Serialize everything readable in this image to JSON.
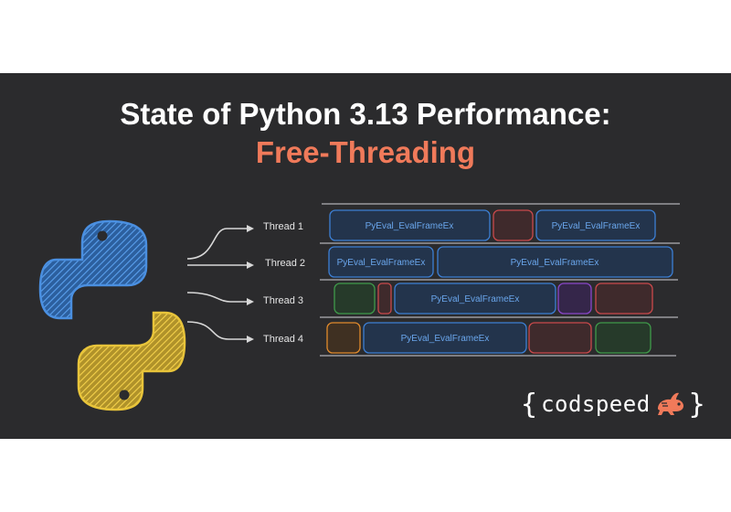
{
  "title": {
    "line1": "State of Python 3.13 Performance:",
    "line2": "Free-Threading"
  },
  "threads": [
    {
      "label": "Thread 1",
      "blocks": [
        {
          "text": "PyEval_EvalFrameEx",
          "color": "#3c7fd4"
        },
        {
          "text": "",
          "color": "#c9494b"
        },
        {
          "text": "PyEval_EvalFrameEx",
          "color": "#3c7fd4"
        }
      ]
    },
    {
      "label": "Thread 2",
      "blocks": [
        {
          "text": "PyEval_EvalFrameEx",
          "color": "#3c7fd4"
        },
        {
          "text": "PyEval_EvalFrameEx",
          "color": "#3c7fd4"
        }
      ]
    },
    {
      "label": "Thread 3",
      "blocks": [
        {
          "text": "",
          "color": "#3f9a4a"
        },
        {
          "text": "",
          "color": "#c9494b"
        },
        {
          "text": "PyEval_EvalFrameEx",
          "color": "#3c7fd4"
        },
        {
          "text": "",
          "color": "#8a46c9"
        },
        {
          "text": "",
          "color": "#c9494b"
        }
      ]
    },
    {
      "label": "Thread 4",
      "blocks": [
        {
          "text": "",
          "color": "#e08a2c"
        },
        {
          "text": "PyEval_EvalFrameEx",
          "color": "#3c7fd4"
        },
        {
          "text": "",
          "color": "#c9494b"
        },
        {
          "text": "",
          "color": "#3f9a4a"
        }
      ]
    }
  ],
  "colors": {
    "background": "#2b2b2d",
    "accent": "#f07a5a",
    "python_blue": "#3c7fd4",
    "python_yellow": "#e8c43a"
  },
  "logo": {
    "brace_open": "{",
    "word": "codspeed",
    "brace_close": "}",
    "icon": "rabbit-icon"
  }
}
